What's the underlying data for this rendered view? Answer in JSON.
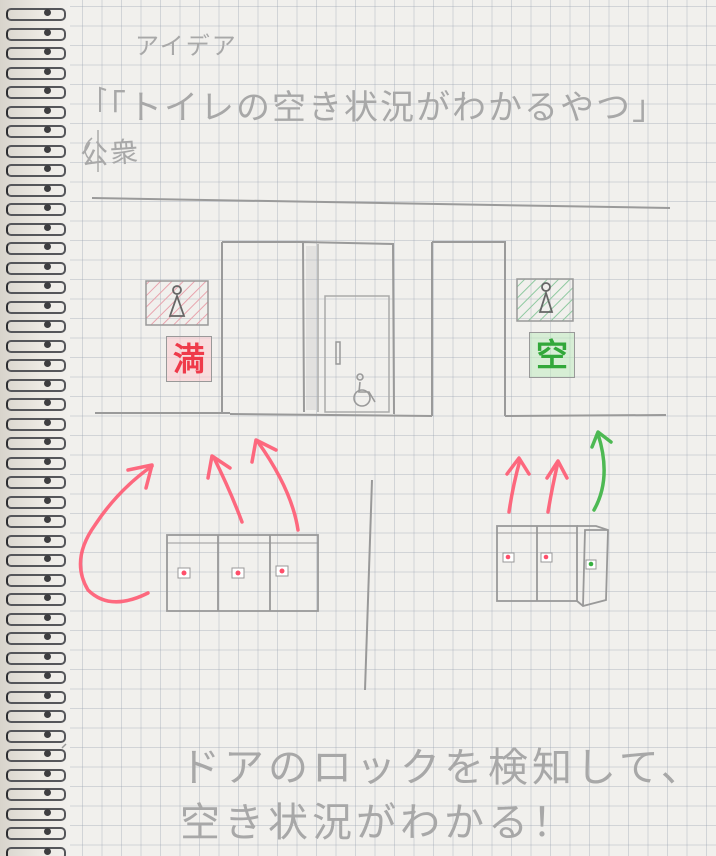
{
  "notebook": {
    "header_label": "アイデア",
    "title": "「トイレの空き状況がわかるやつ」",
    "location_label": "公衆",
    "footer_line1": "ドアのロックを検知して、",
    "footer_line2": "空き状況がわかる！"
  },
  "restroom_left": {
    "occupancy_sign": "満",
    "status_color": "#ef3a4a",
    "stall_count": 3,
    "occupied_stalls": 3
  },
  "restroom_right": {
    "occupancy_sign": "空",
    "status_color": "#32a83a",
    "stall_count": 3,
    "occupied_stalls": 2
  },
  "icons": {
    "toilet_sign": "restroom-person-icon",
    "accessible_stall": "wheelchair-icon"
  },
  "colors": {
    "pencil": "#a8a8a8",
    "occupied": "#ff4f6a",
    "vacant": "#36b040"
  }
}
